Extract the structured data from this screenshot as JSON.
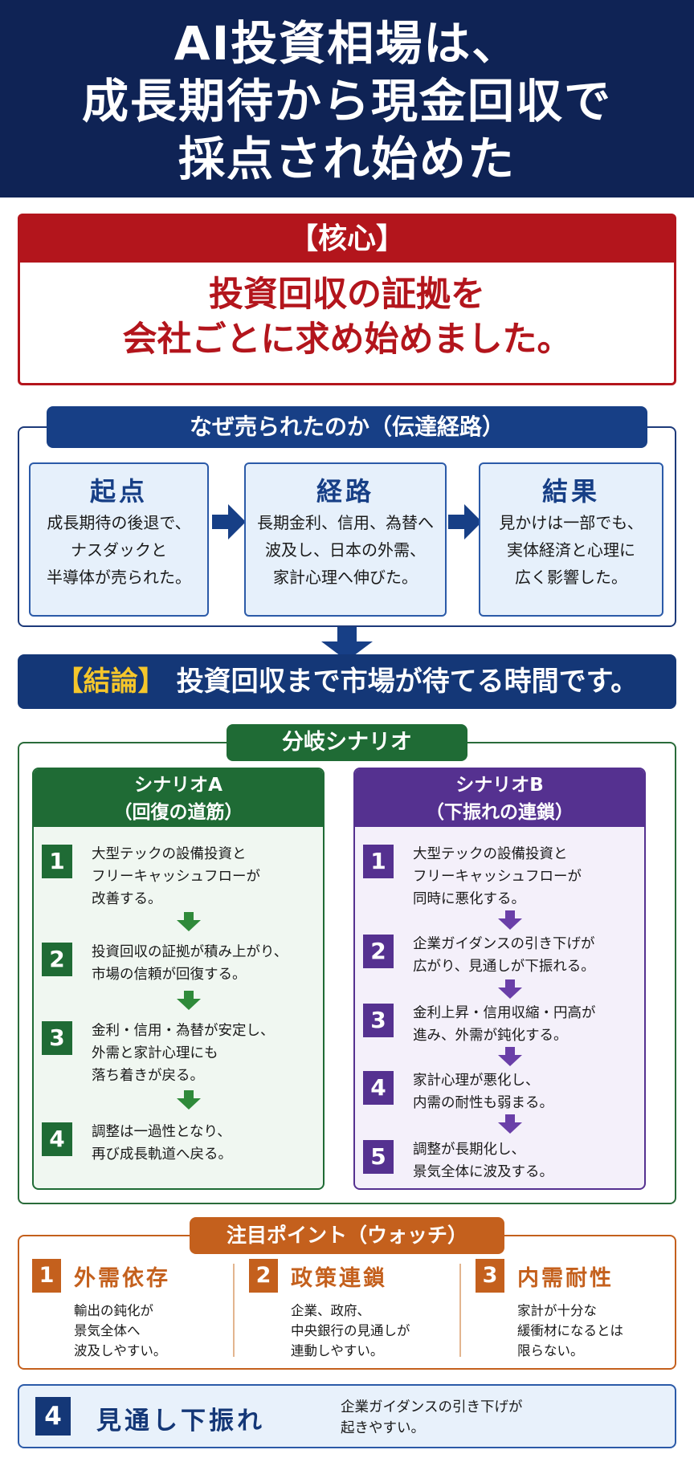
{
  "hero": {
    "lines": [
      "AI投資相場は、",
      "成長期待から現金回収で",
      "採点され始めた"
    ]
  },
  "core": {
    "label": "【核心】",
    "lines": [
      "投資回収の証拠を",
      "会社ごとに求め始めました。"
    ]
  },
  "route": {
    "title": "なぜ売られたのか（伝達経路）",
    "boxes": [
      {
        "title": "起点",
        "lines": [
          "成長期待の後退で、",
          "ナスダックと",
          "半導体が売られた。"
        ]
      },
      {
        "title": "経路",
        "lines": [
          "長期金利、信用、為替へ",
          "波及し、日本の外需、",
          "家計心理へ伸びた。"
        ]
      },
      {
        "title": "結果",
        "lines": [
          "見かけは一部でも、",
          "実体経済と心理に",
          "広く影響した。"
        ]
      }
    ]
  },
  "conclusion": {
    "tag": "【結論】",
    "text": "投資回収まで市場が待てる時間です。"
  },
  "scenarios": {
    "title": "分岐シナリオ",
    "a": {
      "name": "シナリオA",
      "subtitle": "（回復の道筋）",
      "steps": [
        {
          "num": "1",
          "lines": [
            "大型テックの設備投資と",
            "フリーキャッシュフローが",
            "改善する。"
          ]
        },
        {
          "num": "2",
          "lines": [
            "投資回収の証拠が積み上がり、",
            "市場の信頼が回復する。"
          ]
        },
        {
          "num": "3",
          "lines": [
            "金利・信用・為替が安定し、",
            "外需と家計心理にも",
            "落ち着きが戻る。"
          ]
        },
        {
          "num": "4",
          "lines": [
            "調整は一過性となり、",
            "再び成長軌道へ戻る。"
          ]
        }
      ]
    },
    "b": {
      "name": "シナリオB",
      "subtitle": "（下振れの連鎖）",
      "steps": [
        {
          "num": "1",
          "lines": [
            "大型テックの設備投資と",
            "フリーキャッシュフローが",
            "同時に悪化する。"
          ]
        },
        {
          "num": "2",
          "lines": [
            "企業ガイダンスの引き下げが",
            "広がり、見通しが下振れる。"
          ]
        },
        {
          "num": "3",
          "lines": [
            "金利上昇・信用収縮・円高が",
            "進み、外需が鈍化する。"
          ]
        },
        {
          "num": "4",
          "lines": [
            "家計心理が悪化し、",
            "内需の耐性も弱まる。"
          ]
        },
        {
          "num": "5",
          "lines": [
            "調整が長期化し、",
            "景気全体に波及する。"
          ]
        }
      ]
    }
  },
  "watch": {
    "title": "注目ポイント（ウォッチ）",
    "items": [
      {
        "num": "1",
        "title": "外需依存",
        "lines": [
          "輸出の鈍化が",
          "景気全体へ",
          "波及しやすい。"
        ]
      },
      {
        "num": "2",
        "title": "政策連鎖",
        "lines": [
          "企業、政府、",
          "中央銀行の見通しが",
          "連動しやすい。"
        ]
      },
      {
        "num": "3",
        "title": "内需耐性",
        "lines": [
          "家計が十分な",
          "緩衝材になるとは",
          "限らない。"
        ]
      }
    ],
    "extra": {
      "num": "4",
      "title": "見通し下振れ",
      "lines": [
        "企業ガイダンスの引き下げが",
        "起きやすい。"
      ]
    }
  },
  "colors": {
    "navy": "#0f2355",
    "red": "#b3151c",
    "green": "#1f6b35",
    "purple": "#553190",
    "orange": "#c4601d",
    "gold": "#f5c62b"
  }
}
